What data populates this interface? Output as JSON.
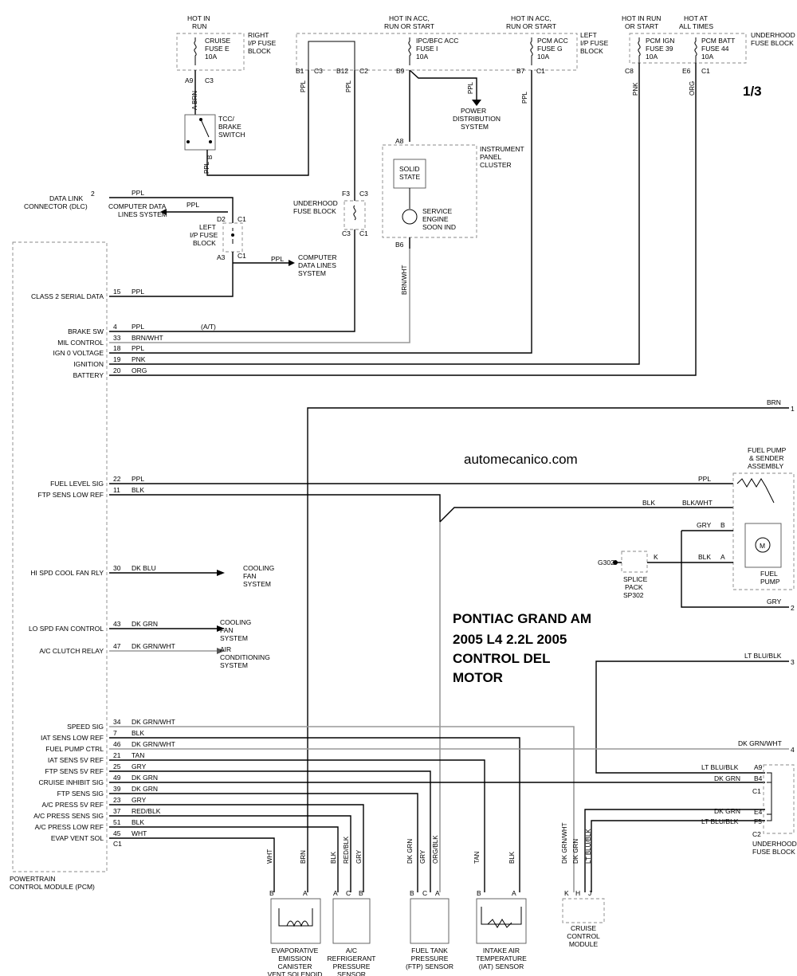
{
  "page_number": "1/3",
  "watermark": "automecanico.com",
  "title_lines": [
    "PONTIAC GRAND AM",
    "2005 L4 2.2L 2005",
    "CONTROL DEL",
    "MOTOR"
  ],
  "fuses": [
    {
      "id": "cruise",
      "power": [
        "HOT IN",
        "RUN"
      ],
      "fuse": [
        "CRUISE",
        "FUSE E",
        "10A"
      ],
      "block": [
        "RIGHT",
        "I/P FUSE",
        "BLOCK"
      ],
      "pins": [
        "A9",
        "C3"
      ],
      "wire": "A BRN"
    },
    {
      "id": "ipc",
      "power": [
        "HOT IN ACC,",
        "RUN OR START"
      ],
      "fuse": [
        "IPC/BFC ACC",
        "FUSE I",
        "10A"
      ],
      "pins": [
        "B9"
      ]
    },
    {
      "id": "pcm-acc",
      "power": [
        "HOT IN ACC,",
        "RUN OR START"
      ],
      "fuse": [
        "PCM ACC",
        "FUSE G",
        "10A"
      ],
      "block": [
        "LEFT",
        "I/P FUSE",
        "BLOCK"
      ],
      "pins": [
        "B7",
        "C1"
      ],
      "wire": "PPL"
    },
    {
      "id": "pcm-ign",
      "power": [
        "HOT IN RUN",
        "OR START"
      ],
      "fuse": [
        "PCM IGN",
        "FUSE 39",
        "10A"
      ],
      "pins": [
        "C8"
      ],
      "wire": "PNK"
    },
    {
      "id": "pcm-batt",
      "power": [
        "HOT AT",
        "ALL TIMES"
      ],
      "fuse": [
        "PCM BATT",
        "FUSE 44",
        "10A"
      ],
      "block": [
        "UNDERHOOD",
        "FUSE BLOCK"
      ],
      "pins": [
        "E6",
        "C1"
      ],
      "wire": "ORG"
    }
  ],
  "left_block_pins": [
    "B1",
    "C3",
    "B12",
    "C2"
  ],
  "wires_top": {
    "b1": "PPL",
    "b12": "PPL",
    "switch_out": "PPL",
    "power_dist": "PPL",
    "b6": "BRN/WHT"
  },
  "tcc_switch": {
    "label": [
      "TCC/",
      "BRAKE",
      "SWITCH"
    ],
    "pin": "B"
  },
  "power_distribution": [
    "POWER",
    "DISTRIBUTION",
    "SYSTEM"
  ],
  "ipc": {
    "pins": [
      "A8",
      "B6"
    ],
    "label": [
      "INSTRUMENT",
      "PANEL",
      "CLUSTER"
    ],
    "solid_state": [
      "SOLID",
      "STATE"
    ],
    "lamp": [
      "SERVICE",
      "ENGINE",
      "SOON IND"
    ]
  },
  "underhood_block_mid": {
    "label": [
      "UNDERHOOD",
      "FUSE BLOCK"
    ],
    "pins": [
      "F3",
      "C3",
      "C3",
      "C1"
    ]
  },
  "dlc": {
    "label": [
      "DATA LINK",
      "CONNECTOR (DLC)"
    ],
    "pin": "2",
    "wire": "PPL"
  },
  "computer_data_1": {
    "label": [
      "COMPUTER DATA",
      "LINES SYSTEM"
    ],
    "wire": "PPL"
  },
  "computer_data_2": {
    "label": [
      "COMPUTER",
      "DATA LINES",
      "SYSTEM"
    ],
    "wire": "PPL"
  },
  "left_ip_block": {
    "label": [
      "LEFT",
      "I/P FUSE",
      "BLOCK"
    ],
    "pins": [
      "D2",
      "C1",
      "A3",
      "C1"
    ]
  },
  "pcm": {
    "label": [
      "POWERTRAIN",
      "CONTROL MODULE (PCM)"
    ],
    "connector": "C1"
  },
  "pcm_pins": [
    {
      "name": "CLASS 2 SERIAL DATA",
      "pin": "15",
      "wire": "PPL"
    },
    {
      "name": "BRAKE SW",
      "pin": "4",
      "wire": "PPL",
      "note": "(A/T)"
    },
    {
      "name": "MIL CONTROL",
      "pin": "33",
      "wire": "BRN/WHT"
    },
    {
      "name": "IGN 0 VOLTAGE",
      "pin": "18",
      "wire": "PPL"
    },
    {
      "name": "IGNITION",
      "pin": "19",
      "wire": "PNK"
    },
    {
      "name": "BATTERY",
      "pin": "20",
      "wire": "ORG"
    },
    {
      "name": "FUEL LEVEL SIG",
      "pin": "22",
      "wire": "PPL"
    },
    {
      "name": "FTP SENS LOW REF",
      "pin": "11",
      "wire": "BLK"
    },
    {
      "name": "HI SPD COOL FAN RLY",
      "pin": "30",
      "wire": "DK BLU"
    },
    {
      "name": "LO SPD FAN CONTROL",
      "pin": "43",
      "wire": "DK GRN"
    },
    {
      "name": "A/C CLUTCH RELAY",
      "pin": "47",
      "wire": "DK GRN/WHT"
    },
    {
      "name": "SPEED SIG",
      "pin": "34",
      "wire": "DK GRN/WHT"
    },
    {
      "name": "IAT SENS LOW REF",
      "pin": "7",
      "wire": "BLK"
    },
    {
      "name": "FUEL PUMP CTRL",
      "pin": "46",
      "wire": "DK GRN/WHT"
    },
    {
      "name": "IAT SENS 5V REF",
      "pin": "21",
      "wire": "TAN"
    },
    {
      "name": "FTP SENS 5V REF",
      "pin": "25",
      "wire": "GRY"
    },
    {
      "name": "CRUISE INHIBIT SIG",
      "pin": "49",
      "wire": "DK GRN"
    },
    {
      "name": "FTP SENS SIG",
      "pin": "39",
      "wire": "DK GRN"
    },
    {
      "name": "A/C PRESS 5V REF",
      "pin": "23",
      "wire": "GRY"
    },
    {
      "name": "A/C PRESS SENS SIG",
      "pin": "37",
      "wire": "RED/BLK"
    },
    {
      "name": "A/C PRESS LOW REF",
      "pin": "51",
      "wire": "BLK"
    },
    {
      "name": "EVAP VENT SOL",
      "pin": "45",
      "wire": "WHT"
    }
  ],
  "systems": {
    "cooling_hi": [
      "COOLING",
      "FAN",
      "SYSTEM"
    ],
    "cooling_lo": [
      "COOLING",
      "FAN",
      "SYSTEM"
    ],
    "ac": [
      "AIR",
      "CONDITIONING",
      "SYSTEM"
    ]
  },
  "right_side": {
    "brn": {
      "wire": "BRN",
      "ref": "1"
    },
    "gry": {
      "wire": "GRY",
      "ref": "2"
    },
    "ltblu": {
      "wire": "LT BLU/BLK",
      "ref": "3"
    },
    "dkgrnwht": {
      "wire": "DK GRN/WHT",
      "ref": "4"
    }
  },
  "fuel_pump": {
    "label": [
      "FUEL PUMP",
      "& SENDER",
      "ASSEMBLY"
    ],
    "pump": [
      "FUEL",
      "PUMP"
    ],
    "motor": "M",
    "ppl": "PPL",
    "blk": "BLK",
    "blkwht": "BLK/WHT",
    "gry": "GRY",
    "blk2": "BLK",
    "pins": [
      "B",
      "A"
    ]
  },
  "splice": {
    "ground": "G302",
    "pin": "K",
    "label": [
      "SPLICE",
      "PACK",
      "SP302"
    ]
  },
  "underhood_block_right": {
    "label": [
      "UNDERHOOD",
      "FUSE BLOCK"
    ],
    "pins": [
      "A9",
      "B4",
      "C1",
      "E4",
      "F5",
      "C2"
    ],
    "wires": [
      "LT BLU/BLK",
      "DK GRN",
      "DK GRN",
      "LT BLU/BLK"
    ]
  },
  "components": [
    {
      "id": "evap",
      "label": [
        "EVAPORATIVE",
        "EMISSION",
        "CANISTER",
        "VENT SOLENOID"
      ],
      "pins": [
        "B",
        "A"
      ],
      "wires": [
        "WHT",
        "BRN"
      ]
    },
    {
      "id": "ac",
      "label": [
        "A/C",
        "REFRIGERANT",
        "PRESSURE",
        "SENSOR"
      ],
      "pins": [
        "A",
        "C",
        "B"
      ],
      "wires": [
        "BLK",
        "RED/BLK",
        "GRY"
      ]
    },
    {
      "id": "ftp",
      "label": [
        "FUEL TANK",
        "PRESSURE",
        "(FTP) SENSOR"
      ],
      "pins": [
        "B",
        "C",
        "A"
      ],
      "wires": [
        "DK GRN",
        "GRY",
        "ORG/BLK"
      ]
    },
    {
      "id": "iat",
      "label": [
        "INTAKE AIR",
        "TEMPERATURE",
        "(IAT) SENSOR"
      ],
      "pins": [
        "B",
        "A"
      ],
      "wires": [
        "TAN",
        "BLK"
      ]
    },
    {
      "id": "cruise",
      "label": [
        "CRUISE",
        "CONTROL",
        "MODULE"
      ],
      "pins": [
        "K",
        "H",
        "J"
      ],
      "wires": [
        "DK GRN/WHT",
        "DK GRN",
        "LT BLU/BLK"
      ]
    }
  ]
}
